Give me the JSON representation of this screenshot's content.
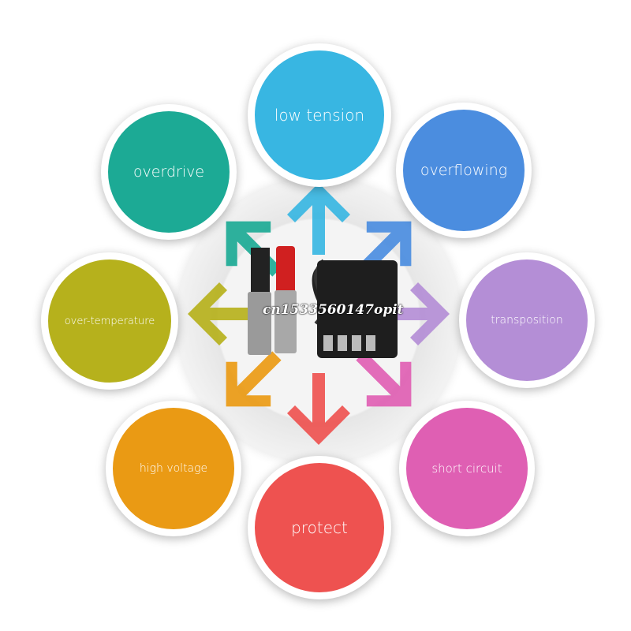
{
  "center": {
    "watermark": "cn1533560147opit"
  },
  "features": [
    {
      "label": "low tension",
      "color": "#38b6e2"
    },
    {
      "label": "overflowing",
      "color": "#4b8ddf"
    },
    {
      "label": "transposition",
      "color": "#b48ed6"
    },
    {
      "label": "short circuit",
      "color": "#df5fb3"
    },
    {
      "label": "protect",
      "color": "#ee5250"
    },
    {
      "label": "high voltage",
      "color": "#ea9a14"
    },
    {
      "label": "over-temperature",
      "color": "#b6b11c"
    },
    {
      "label": "overdrive",
      "color": "#1caa95"
    }
  ]
}
